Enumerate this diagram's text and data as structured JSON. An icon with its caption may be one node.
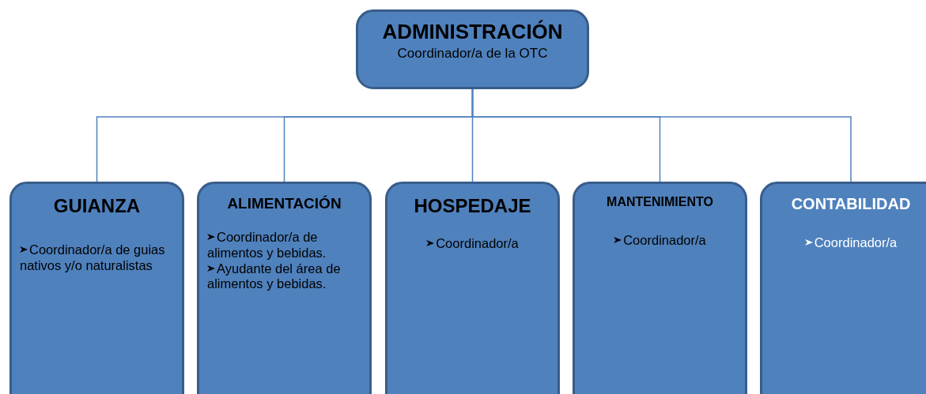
{
  "diagram": {
    "nodes": [
      {
        "text": [
          "ADMINISTRACIÓN",
          "Coordinador/a de la OTC"
        ]
      },
      {
        "text": [
          "GUIANZA",
          "Coordinador/a de guias nativos y/o naturalistas"
        ]
      },
      {
        "text": [
          "ALIMENTACIÓN",
          "Coordinador/a de alimentos y bebidas.",
          "Ayudante del área de alimentos y bebidas."
        ]
      },
      {
        "text": [
          "HOSPEDAJE",
          "Coordinador/a"
        ]
      },
      {
        "text": [
          "MANTENIMIENTO",
          "Coordinador/a"
        ]
      },
      {
        "text": [
          "CONTABILIDAD",
          "Coordinador/a"
        ]
      }
    ],
    "edges": [
      {
        "from": 0,
        "to": 1,
        "arrow": "none"
      },
      {
        "from": 0,
        "to": 2,
        "arrow": "none"
      },
      {
        "from": 0,
        "to": 3,
        "arrow": "none"
      },
      {
        "from": 0,
        "to": 4,
        "arrow": "none"
      },
      {
        "from": 0,
        "to": 5,
        "arrow": "none"
      }
    ]
  }
}
